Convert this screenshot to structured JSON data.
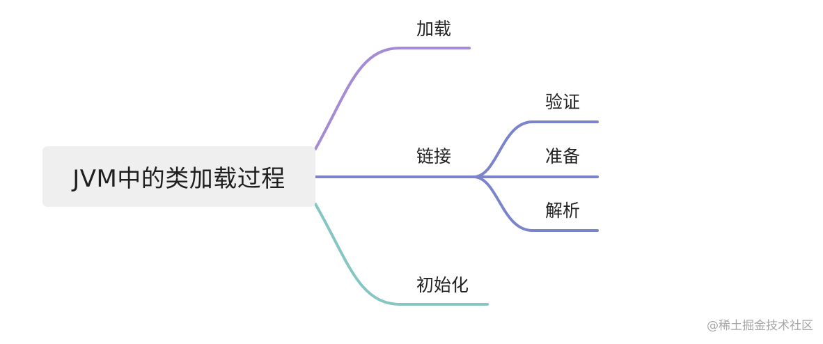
{
  "root": {
    "label": "JVM中的类加载过程"
  },
  "branches": [
    {
      "label": "加载",
      "color": "#a58bd4"
    },
    {
      "label": "链接",
      "color": "#7b84cb",
      "children": [
        {
          "label": "验证"
        },
        {
          "label": "准备"
        },
        {
          "label": "解析"
        }
      ]
    },
    {
      "label": "初始化",
      "color": "#86c6c2"
    }
  ],
  "watermark": "@稀土掘金技术社区"
}
